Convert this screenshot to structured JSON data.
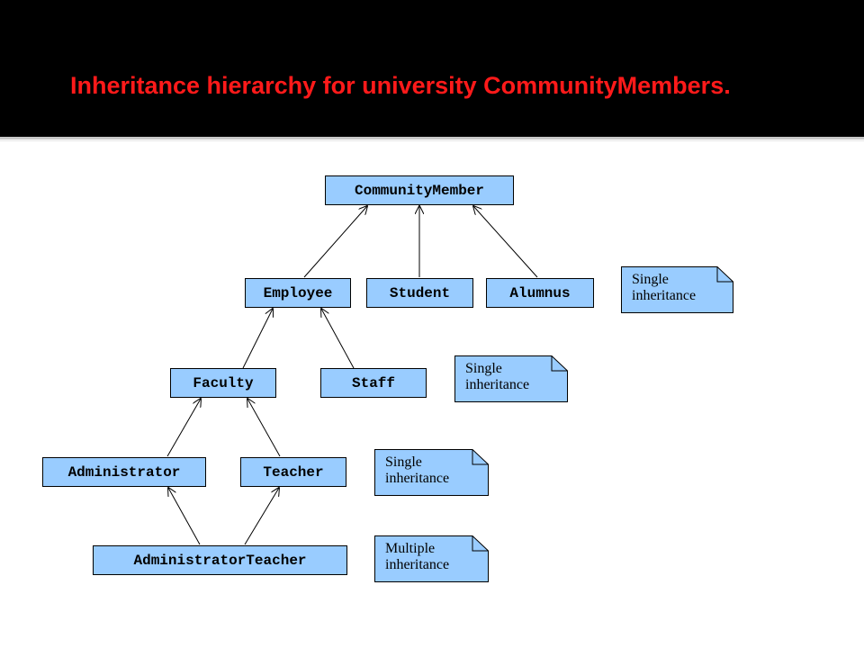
{
  "slide": {
    "title": "Inheritance hierarchy for university CommunityMembers."
  },
  "colors": {
    "header_bg": "#000000",
    "title": "#ff1a1a",
    "class_fill": "#99ccff",
    "note_fill": "#99ccff"
  },
  "classes": {
    "community_member": "CommunityMember",
    "employee": "Employee",
    "student": "Student",
    "alumnus": "Alumnus",
    "faculty": "Faculty",
    "staff": "Staff",
    "administrator": "Administrator",
    "teacher": "Teacher",
    "administrator_teacher": "AdministratorTeacher"
  },
  "edges": [
    {
      "from": "Employee",
      "to": "CommunityMember"
    },
    {
      "from": "Student",
      "to": "CommunityMember"
    },
    {
      "from": "Alumnus",
      "to": "CommunityMember"
    },
    {
      "from": "Faculty",
      "to": "Employee"
    },
    {
      "from": "Staff",
      "to": "Employee"
    },
    {
      "from": "Administrator",
      "to": "Faculty"
    },
    {
      "from": "Teacher",
      "to": "Faculty"
    },
    {
      "from": "AdministratorTeacher",
      "to": "Administrator"
    },
    {
      "from": "AdministratorTeacher",
      "to": "Teacher"
    }
  ],
  "notes": [
    {
      "line1": "Single",
      "line2": "inheritance"
    },
    {
      "line1": "Single",
      "line2": "inheritance"
    },
    {
      "line1": "Single",
      "line2": "inheritance"
    },
    {
      "line1": "Multiple",
      "line2": "inheritance"
    }
  ]
}
